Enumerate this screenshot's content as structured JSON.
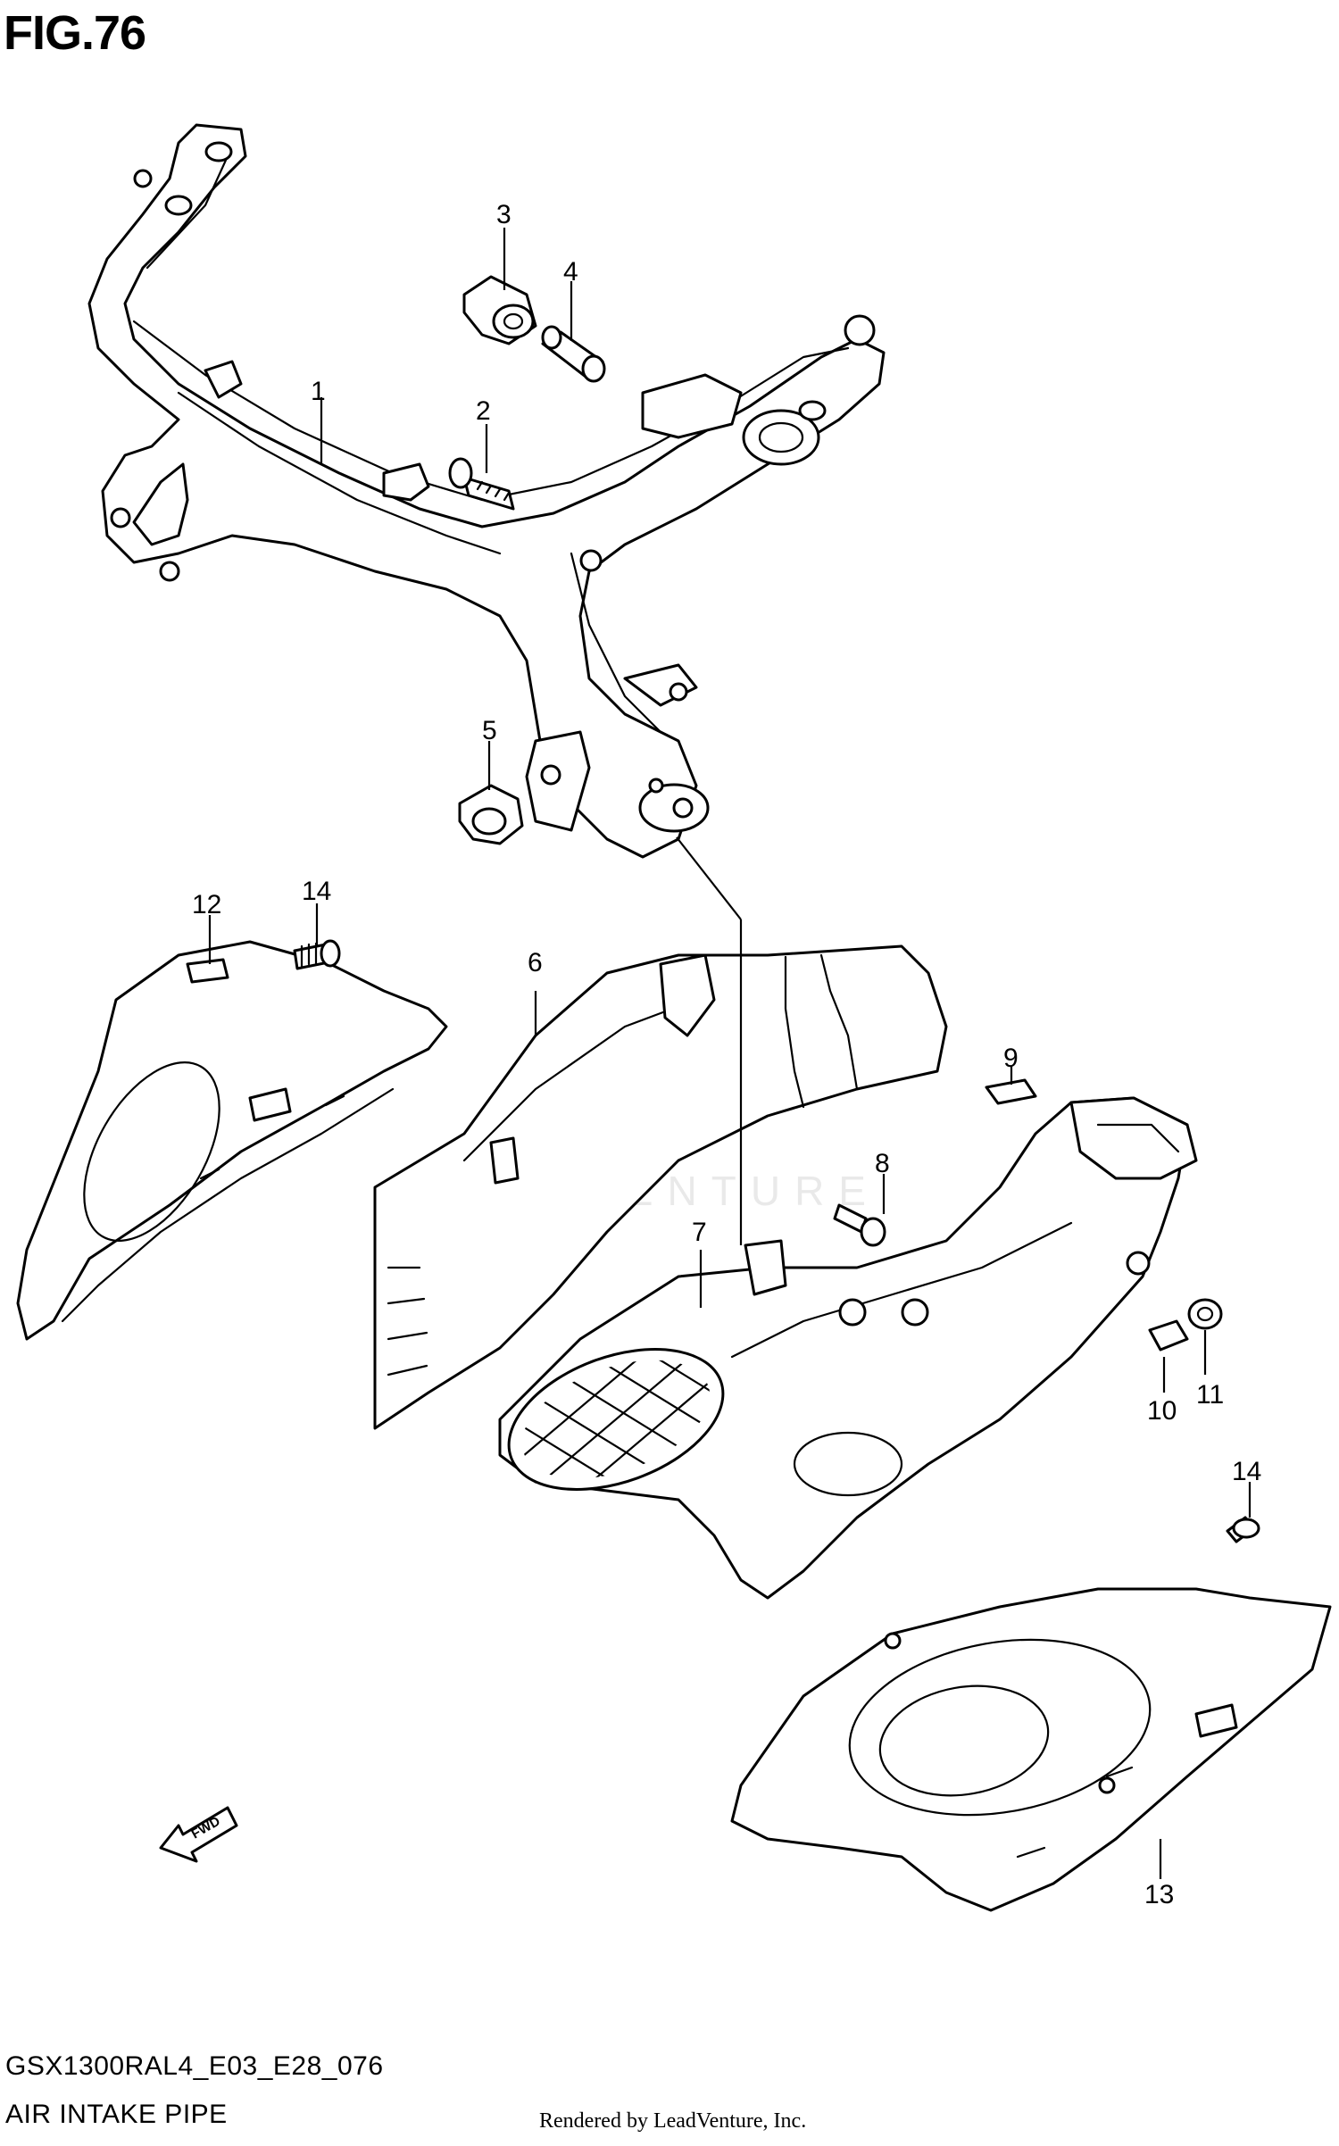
{
  "figure": {
    "title": "FIG.76",
    "code": "GSX1300RAL4_E03_E28_076",
    "name": "AIR INTAKE PIPE",
    "credit": "Rendered by LeadVenture, Inc.",
    "watermark": "LEADVENTURE"
  },
  "callouts": [
    {
      "id": "c1",
      "label": "1"
    },
    {
      "id": "c2",
      "label": "2"
    },
    {
      "id": "c3",
      "label": "3"
    },
    {
      "id": "c4",
      "label": "4"
    },
    {
      "id": "c5",
      "label": "5"
    },
    {
      "id": "c6",
      "label": "6"
    },
    {
      "id": "c7",
      "label": "7"
    },
    {
      "id": "c8",
      "label": "8"
    },
    {
      "id": "c9",
      "label": "9"
    },
    {
      "id": "c10",
      "label": "10"
    },
    {
      "id": "c11",
      "label": "11"
    },
    {
      "id": "c12",
      "label": "12"
    },
    {
      "id": "c13",
      "label": "13"
    },
    {
      "id": "c14a",
      "label": "14"
    },
    {
      "id": "c14b",
      "label": "14"
    }
  ],
  "direction_arrow": {
    "label": "FWD"
  }
}
